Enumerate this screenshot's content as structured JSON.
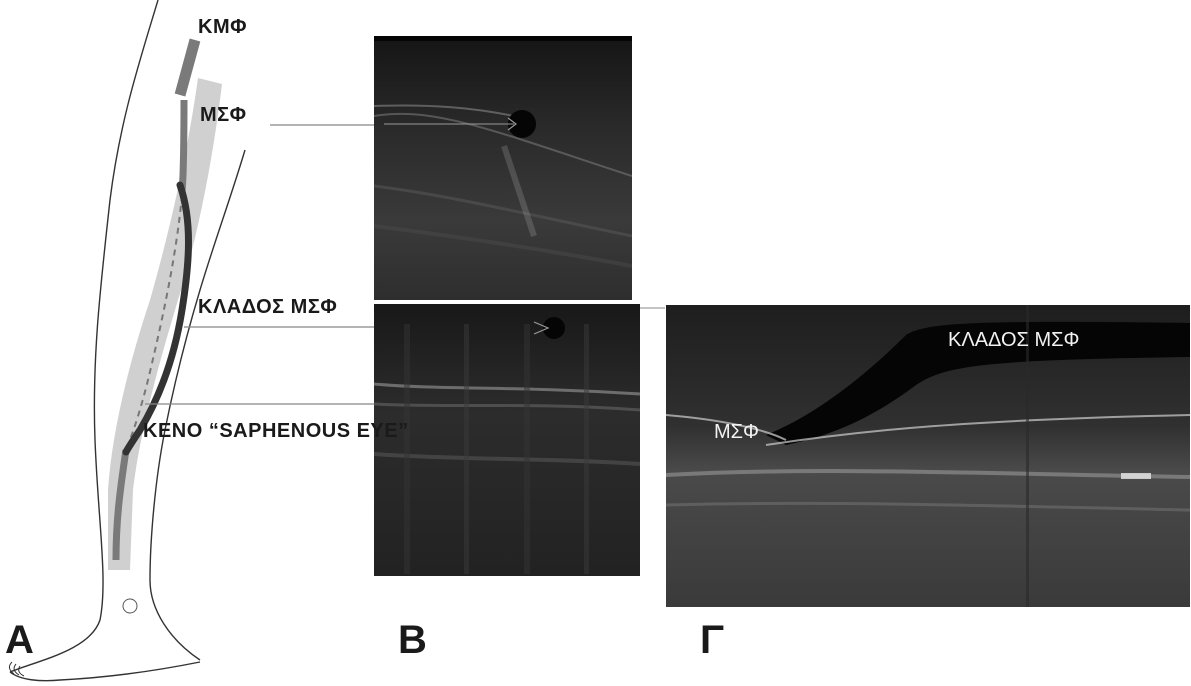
{
  "labels": {
    "kmf": "ΚΜΦ",
    "msf": "ΜΣΦ",
    "klados_msf": "ΚΛΑΔΟΣ ΜΣΦ",
    "keno": "KENO “SAPHENOUS EYE”",
    "panel_a": "A",
    "panel_b": "B",
    "panel_g": "Γ",
    "g_klados_msf": "ΚΛΑΔΟΣ ΜΣΦ",
    "g_msf": "ΜΣΦ"
  },
  "colors": {
    "background": "#ffffff",
    "leg_outline": "#333333",
    "fascia_band": "#c8c8c8",
    "vein_upper": "#7a7a7a",
    "vein_branch": "#333333",
    "ultrasound_bg": "#1c1c1c",
    "pointer_line": "#888888"
  }
}
